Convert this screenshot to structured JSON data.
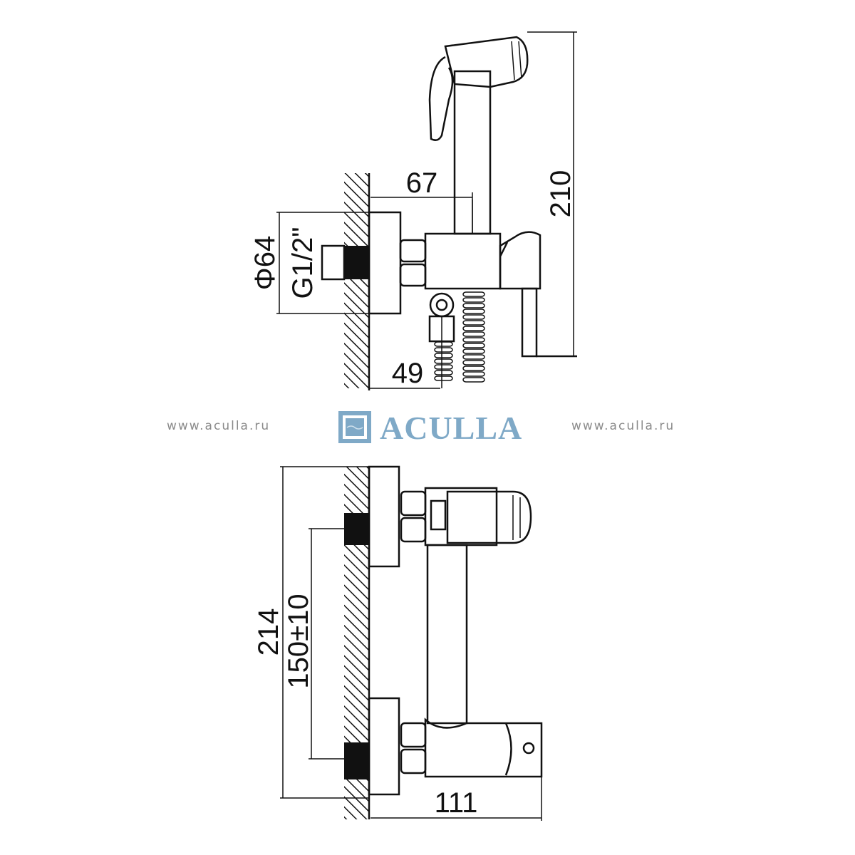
{
  "top_view": {
    "dim_offset": "67",
    "dim_height": "210",
    "dim_flange_diameter": "Φ64",
    "dim_thread": "G1/2\"",
    "dim_depth": "49"
  },
  "watermark": {
    "left_url": "www.aculla.ru",
    "right_url": "www.aculla.ru",
    "brand": "ACULLA",
    "brand_color": "#7fa9c7"
  },
  "front_view": {
    "dim_total_height": "214",
    "dim_center_distance": "150±10",
    "dim_projection": "111"
  }
}
